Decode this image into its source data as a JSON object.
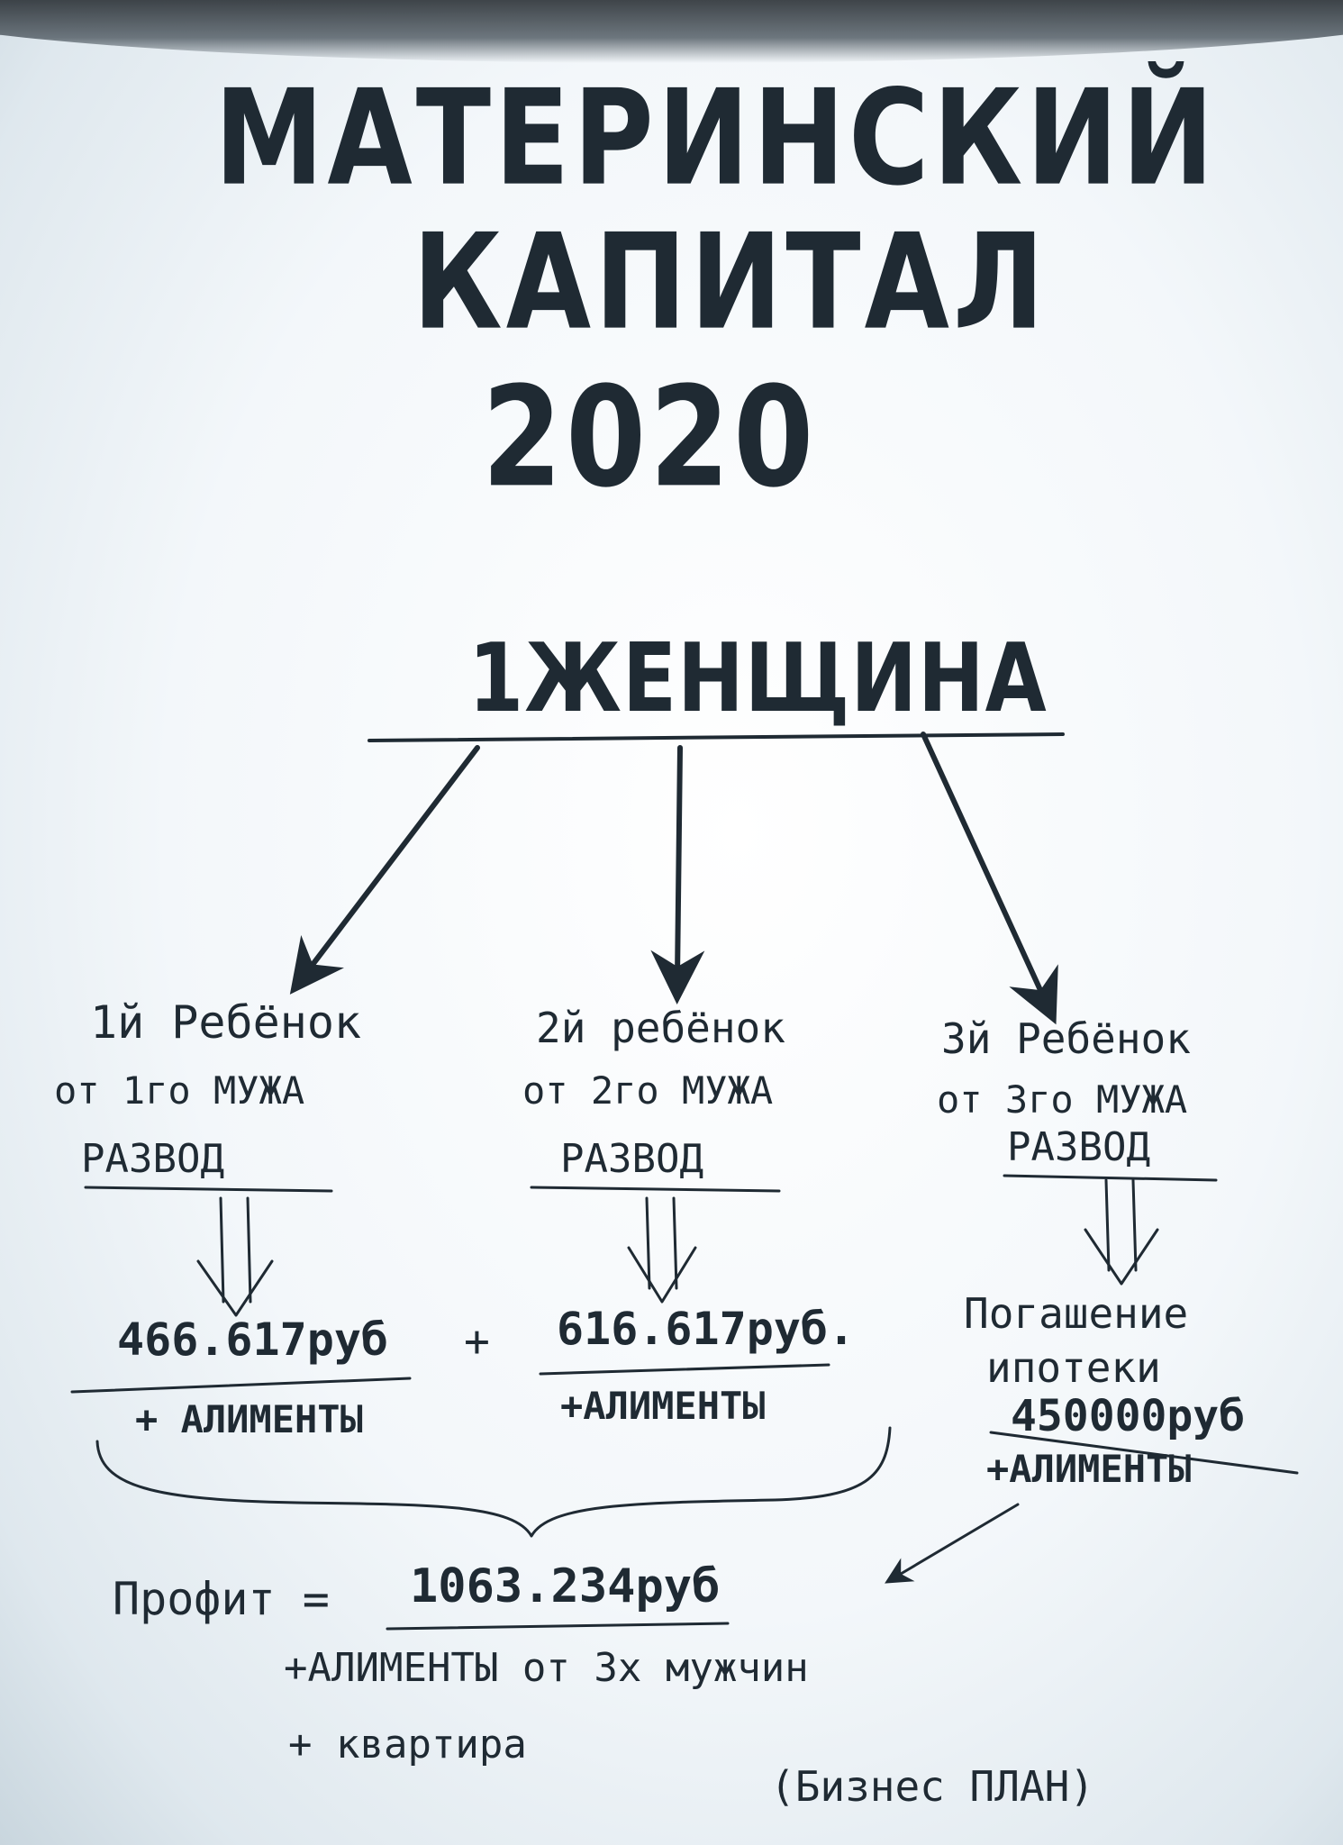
{
  "title": {
    "line1": "МАТЕРИНСКИЙ",
    "line2": "КАПИТАЛ",
    "year": "2020"
  },
  "root": {
    "label": "1ЖЕНЩИНА"
  },
  "branches": [
    {
      "child": "1й Ребёнок",
      "father": "от 1го МУЖА",
      "event": "РАЗВОД",
      "amount": "466.617руб",
      "extra": "+ АЛИМЕНТЫ"
    },
    {
      "child": "2й ребёнок",
      "father": "от 2го МУЖА",
      "event": "РАЗВОД",
      "amount": "616.617руб.",
      "extra": "+АЛИМЕНТЫ"
    },
    {
      "child": "3й Ребёнок",
      "father": "от 3го МУЖА",
      "event": "РАЗВОД",
      "purpose_line1": "Погашение",
      "purpose_line2": "ипотеки",
      "amount": "450000руб",
      "extra": "+АЛИМЕНТЫ"
    }
  ],
  "plus_sign": "+",
  "result": {
    "label": "Профит =",
    "amount": "1063.234руб",
    "note1": "+АЛИМЕНТЫ от 3х мужчин",
    "note2": "+ квартира",
    "tag": "(Бизнес ПЛАН)"
  },
  "colors": {
    "ink": "#1f2a33",
    "paper": "#f3f7fa"
  }
}
